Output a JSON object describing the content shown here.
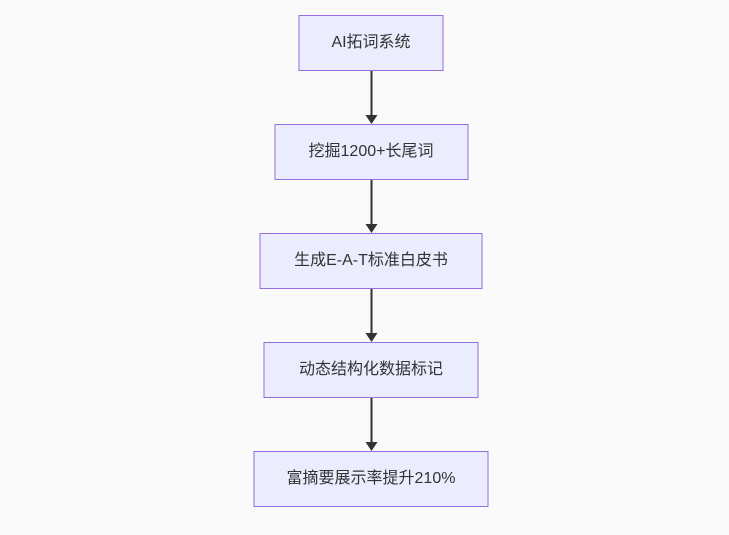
{
  "flowchart": {
    "type": "flowchart-top-down",
    "title": "",
    "colors": {
      "node_fill": "#ececff",
      "node_border": "#9370db",
      "arrow": "#333333",
      "text": "#333333",
      "background": "#fafafa"
    },
    "nodes": [
      {
        "id": "step-1",
        "label": "AI拓词系统"
      },
      {
        "id": "step-2",
        "label": "挖掘1200+长尾词"
      },
      {
        "id": "step-3",
        "label": "生成E-A-T标准白皮书"
      },
      {
        "id": "step-4",
        "label": "动态结构化数据标记"
      },
      {
        "id": "step-5",
        "label": "富摘要展示率提升210%"
      }
    ],
    "edges": [
      {
        "from": "AI拓词系统",
        "to": "挖掘1200+长尾词"
      },
      {
        "from": "挖掘1200+长尾词",
        "to": "生成E-A-T标准白皮书"
      },
      {
        "from": "生成E-A-T标准白皮书",
        "to": "动态结构化数据标记"
      },
      {
        "from": "动态结构化数据标记",
        "to": "富摘要展示率提升210%"
      }
    ]
  }
}
